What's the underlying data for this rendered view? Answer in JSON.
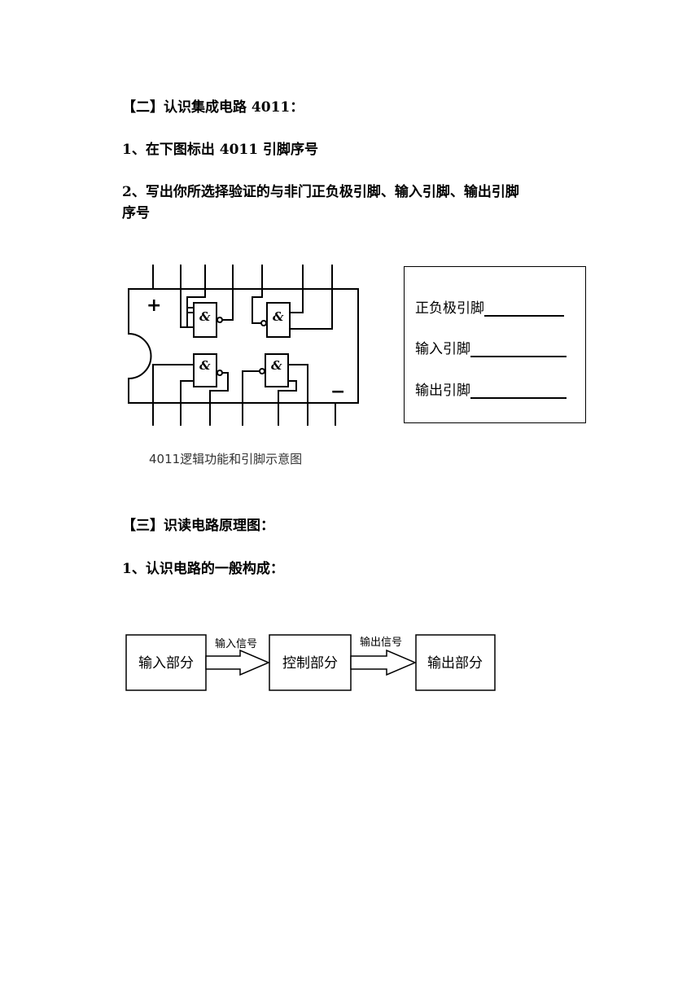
{
  "sections": {
    "s2_title": "【二】认识集成电路 4011：",
    "s2_q1": "1、在下图标出 4011 引脚序号",
    "s2_q2_line1": "2、写出你所选择验证的与非门正负极引脚、输入引脚、输出引脚",
    "s2_q2_line2": "序号",
    "s3_title": "【三】识读电路原理图：",
    "s3_q1": "1、认识电路的一般构成："
  },
  "ic_diagram": {
    "caption": "4011逻辑功能和引脚示意图",
    "plus": "+",
    "minus": "−",
    "gate_symbol": "&"
  },
  "pin_box": {
    "power_label": "正负极引脚",
    "input_label": "输入引脚",
    "output_label": "输出引脚"
  },
  "flow": {
    "input_block": "输入部分",
    "control_block": "控制部分",
    "output_block": "输出部分",
    "input_signal": "输入信号",
    "output_signal": "输出信号"
  }
}
